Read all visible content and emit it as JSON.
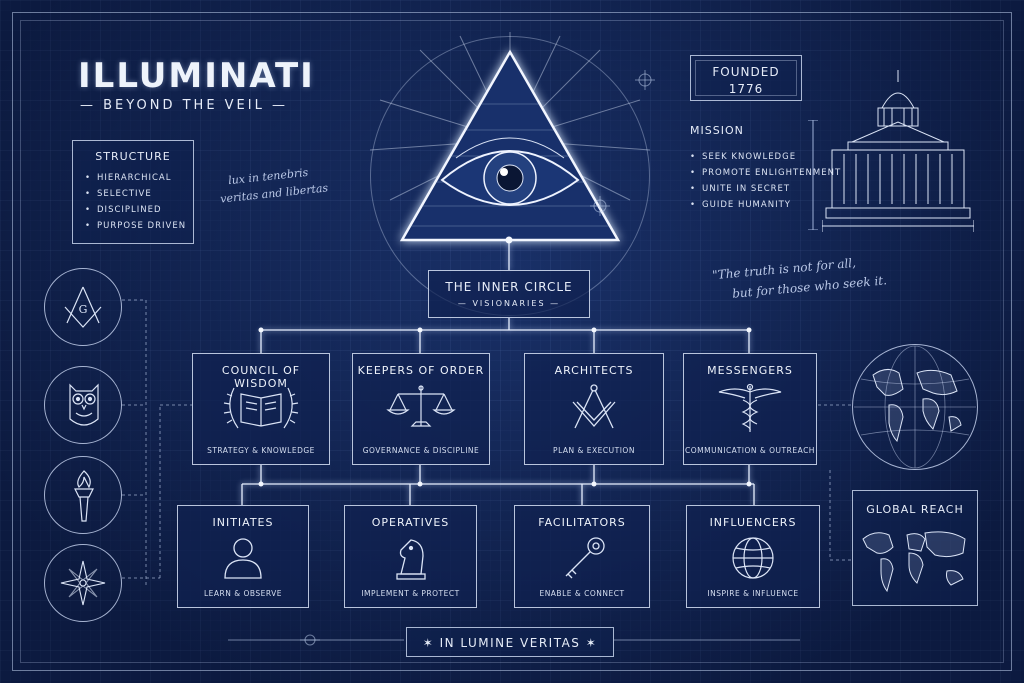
{
  "header": {
    "title": "ILLUMINATI",
    "subtitle": "BEYOND THE VEIL"
  },
  "structure": {
    "heading": "STRUCTURE",
    "items": [
      "HIERARCHICAL",
      "SELECTIVE",
      "DISCIPLINED",
      "PURPOSE DRIVEN"
    ]
  },
  "motto_script": {
    "line1": "lux in tenebris",
    "line2": "veritas and libertas"
  },
  "founded": {
    "label": "FOUNDED",
    "year": "1776"
  },
  "mission": {
    "heading": "MISSION",
    "items": [
      "SEEK KNOWLEDGE",
      "PROMOTE ENLIGHTENMENT",
      "UNITE IN SECRET",
      "GUIDE HUMANITY"
    ]
  },
  "quote": {
    "line1": "\"The truth is not for all,",
    "line2": "but for those who seek it."
  },
  "inner_circle": {
    "title": "THE INNER CIRCLE",
    "subtitle": "VISIONARIES"
  },
  "tier1": [
    {
      "title": "COUNCIL OF WISDOM",
      "desc": "STRATEGY & KNOWLEDGE",
      "icon": "book-icon"
    },
    {
      "title": "KEEPERS OF ORDER",
      "desc": "GOVERNANCE & DISCIPLINE",
      "icon": "scales-icon"
    },
    {
      "title": "ARCHITECTS",
      "desc": "PLAN & EXECUTION",
      "icon": "compass-square-icon"
    },
    {
      "title": "MESSENGERS",
      "desc": "COMMUNICATION & OUTREACH",
      "icon": "caduceus-icon"
    }
  ],
  "tier2": [
    {
      "title": "INITIATES",
      "desc": "LEARN & OBSERVE",
      "icon": "person-icon"
    },
    {
      "title": "OPERATIVES",
      "desc": "IMPLEMENT & PROTECT",
      "icon": "knight-icon"
    },
    {
      "title": "FACILITATORS",
      "desc": "ENABLE & CONNECT",
      "icon": "key-icon"
    },
    {
      "title": "INFLUENCERS",
      "desc": "INSPIRE & INFLUENCE",
      "icon": "globe-icon"
    }
  ],
  "global_reach": {
    "label": "GLOBAL REACH"
  },
  "footer": {
    "text": "IN LUMINE VERITAS"
  },
  "colors": {
    "background": "#112453",
    "line": "#e8f0ff"
  }
}
